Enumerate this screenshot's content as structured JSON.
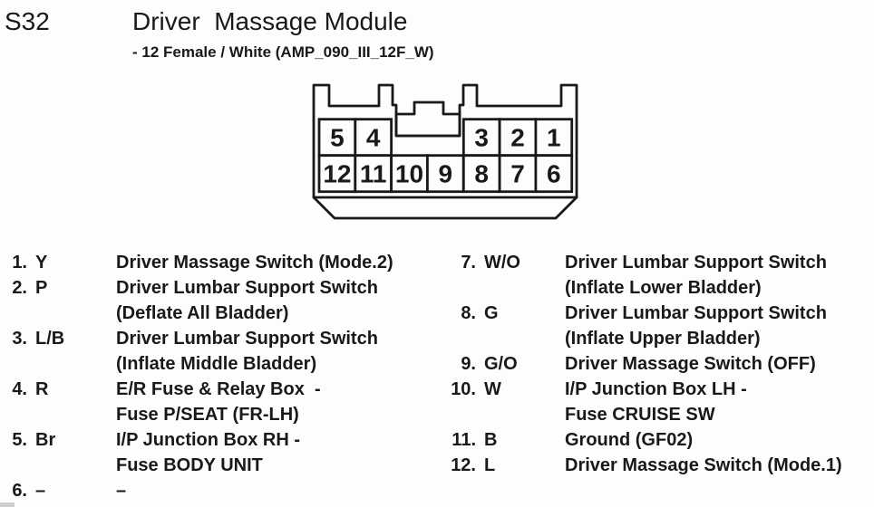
{
  "header": {
    "ref": "S32",
    "title": "Driver  Massage Module",
    "subtitle": "- 12 Female / White (AMP_090_III_12F_W)"
  },
  "connector": {
    "top_left_cells": [
      "5",
      "4"
    ],
    "top_right_cells": [
      "3",
      "2",
      "1"
    ],
    "bottom_cells": [
      "12",
      "11",
      "10",
      "9",
      "8",
      "7",
      "6"
    ]
  },
  "pins": {
    "left": [
      {
        "num": "1.",
        "code": "Y",
        "lines": [
          "Driver Massage Switch (Mode.2)"
        ]
      },
      {
        "num": "2.",
        "code": "P",
        "lines": [
          "Driver Lumbar Support Switch",
          "(Deflate All Bladder)"
        ]
      },
      {
        "num": "3.",
        "code": "L/B",
        "lines": [
          "Driver Lumbar Support Switch",
          "(Inflate Middle Bladder)"
        ]
      },
      {
        "num": "4.",
        "code": "R",
        "lines": [
          "E/R Fuse & Relay Box  -",
          "Fuse P/SEAT (FR-LH)"
        ]
      },
      {
        "num": "5.",
        "code": "Br",
        "lines": [
          "I/P Junction Box RH -",
          "Fuse BODY UNIT"
        ]
      },
      {
        "num": "6.",
        "code": "–",
        "lines": [
          "–"
        ]
      }
    ],
    "right": [
      {
        "num": "7.",
        "code": "W/O",
        "lines": [
          "Driver Lumbar Support Switch",
          "(Inflate Lower Bladder)"
        ]
      },
      {
        "num": "8.",
        "code": "G",
        "lines": [
          "Driver Lumbar Support Switch",
          "(Inflate Upper Bladder)"
        ]
      },
      {
        "num": "9.",
        "code": "G/O",
        "lines": [
          "Driver Massage Switch (OFF)"
        ]
      },
      {
        "num": "10.",
        "code": "W",
        "lines": [
          "I/P Junction Box LH -",
          "Fuse CRUISE SW"
        ]
      },
      {
        "num": "11.",
        "code": "B",
        "lines": [
          "Ground (GF02)"
        ]
      },
      {
        "num": "12.",
        "code": "L",
        "lines": [
          "Driver Massage Switch (Mode.1)"
        ]
      }
    ]
  },
  "colors": {
    "ink": "#191919",
    "paper": "#fdfdfd"
  }
}
